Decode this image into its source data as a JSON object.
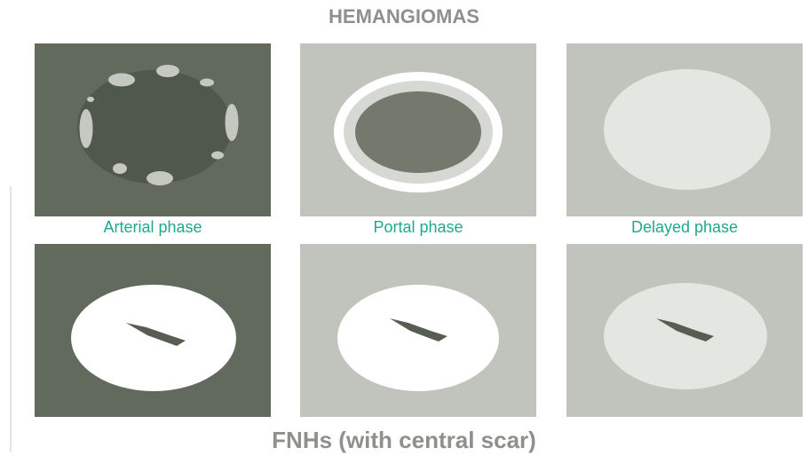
{
  "top_title": "HEMANGIOMAS",
  "bottom_title": "FNHs (with central scar)",
  "phases": [
    "Arterial phase",
    "Portal phase",
    "Delayed phase"
  ],
  "colors": {
    "dark_background": "#62695d",
    "light_background": "#c0c4bc",
    "lesion_dark": "#50574b",
    "lesion_mid": "#73796d",
    "lesion_light": "#e4e6e2",
    "ring_light": "#d6d9d3",
    "enhancement_white": "#ffffff",
    "scar": "#575d51",
    "title_gray": "#8e908c",
    "label_teal": "#1fa88f"
  }
}
